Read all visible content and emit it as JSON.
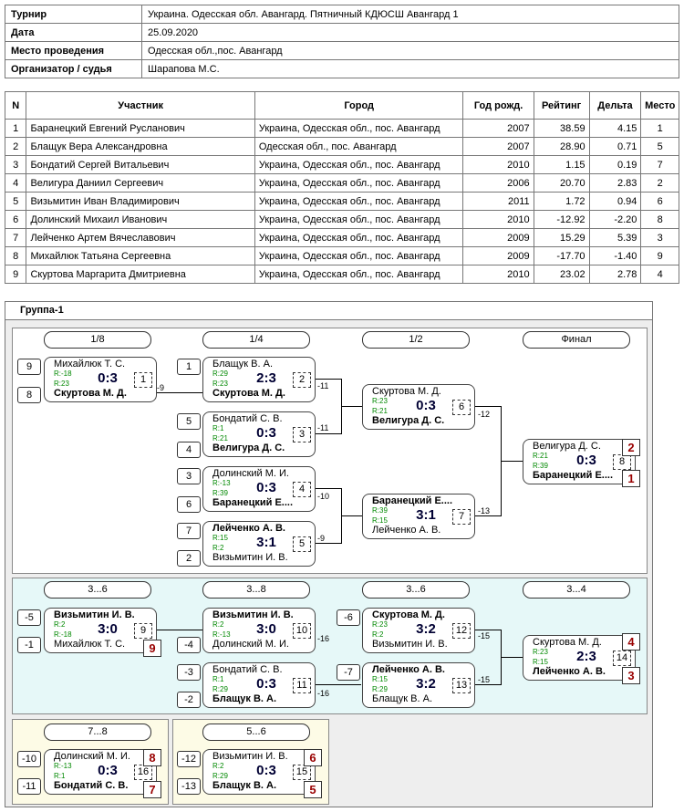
{
  "info": [
    {
      "key": "Турнир",
      "value": "Украина. Одесская обл. Авангард. Пятничный КДЮСШ Авангард 1"
    },
    {
      "key": "Дата",
      "value": "25.09.2020"
    },
    {
      "key": "Место проведения",
      "value": "Одесская обл.,пос. Авангард"
    },
    {
      "key": "Организатор / судья",
      "value": "Шарапова М.С."
    }
  ],
  "columns": [
    "N",
    "Участник",
    "Город",
    "Год рожд.",
    "Рейтинг",
    "Дельта",
    "Место"
  ],
  "players": [
    [
      "1",
      "Баранецкий Евгений Русланович",
      "Украина, Одесская обл., пос. Авангард",
      "2007",
      "38.59",
      "4.15",
      "1"
    ],
    [
      "2",
      "Блащук Вера Александровна",
      "Одесская обл., пос. Авангард",
      "2007",
      "28.90",
      "0.71",
      "5"
    ],
    [
      "3",
      "Бондатий Сергей Витальевич",
      "Украина, Одесская обл., пос. Авангард",
      "2010",
      "1.15",
      "0.19",
      "7"
    ],
    [
      "4",
      "Велигура Даниил Сергеевич",
      "Украина, Одесская обл., пос. Авангард",
      "2006",
      "20.70",
      "2.83",
      "2"
    ],
    [
      "5",
      "Визьмитин Иван Владимирович",
      "Украина, Одесская обл., пос. Авангард",
      "2011",
      "1.72",
      "0.94",
      "6"
    ],
    [
      "6",
      "Долинский Михаил Иванович",
      "Украина, Одесская обл., пос. Авангард",
      "2010",
      "-12.92",
      "-2.20",
      "8"
    ],
    [
      "7",
      "Лейченко Артем Вячеславович",
      "Украина, Одесская обл., пос. Авангард",
      "2009",
      "15.29",
      "5.39",
      "3"
    ],
    [
      "8",
      "Михайлюк Татьяна Сергеевна",
      "Украина, Одесская обл., пос. Авангард",
      "2009",
      "-17.70",
      "-1.40",
      "9"
    ],
    [
      "9",
      "Скуртова Маргарита Дмитриевна",
      "Украина, Одесская обл., пос. Авангард",
      "2010",
      "23.02",
      "2.78",
      "4"
    ]
  ],
  "group_title": "Группа-1",
  "headers": [
    "1/8",
    "1/4",
    "1/2",
    "Финал",
    "3...6",
    "3...8",
    "3...6",
    "3...4",
    "7...8",
    "5...6"
  ],
  "seeds": [
    "9",
    "8",
    "1",
    "5",
    "4",
    "3",
    "6",
    "7",
    "2",
    "-5",
    "-1",
    "-4",
    "-3",
    "-2",
    "-6",
    "-7",
    "-10",
    "-11",
    "-12",
    "-13"
  ],
  "matches": [
    {
      "p1": "Михайлюк Т. С.",
      "p2": "Скуртова М. Д.",
      "r1": "R:-18",
      "r2": "R:23",
      "score": "0:3",
      "num": "1",
      "win": 2
    },
    {
      "p1": "Блащук В. А.",
      "p2": "Скуртова М. Д.",
      "r1": "R:29",
      "r2": "R:23",
      "score": "2:3",
      "num": "2",
      "win": 2
    },
    {
      "p1": "Бондатий С. В.",
      "p2": "Велигура Д. С.",
      "r1": "R:1",
      "r2": "R:21",
      "score": "0:3",
      "num": "3",
      "win": 2
    },
    {
      "p1": "Долинский М. И.",
      "p2": "Баранецкий Е....",
      "r1": "R:-13",
      "r2": "R:39",
      "score": "0:3",
      "num": "4",
      "win": 2
    },
    {
      "p1": "Лейченко А. В.",
      "p2": "Визьмитин И. В.",
      "r1": "R:15",
      "r2": "R:2",
      "score": "3:1",
      "num": "5",
      "win": 1
    },
    {
      "p1": "Скуртова М. Д.",
      "p2": "Велигура Д. С.",
      "r1": "R:23",
      "r2": "R:21",
      "score": "0:3",
      "num": "6",
      "win": 2
    },
    {
      "p1": "Баранецкий Е....",
      "p2": "Лейченко А. В.",
      "r1": "R:39",
      "r2": "R:15",
      "score": "3:1",
      "num": "7",
      "win": 1
    },
    {
      "p1": "Велигура Д. С.",
      "p2": "Баранецкий Е....",
      "r1": "R:21",
      "r2": "R:39",
      "score": "0:3",
      "num": "8",
      "win": 2
    },
    {
      "p1": "Визьмитин И. В.",
      "p2": "Михайлюк Т. С.",
      "r1": "R:2",
      "r2": "R:-18",
      "score": "3:0",
      "num": "9",
      "win": 1
    },
    {
      "p1": "Визьмитин И. В.",
      "p2": "Долинский М. И.",
      "r1": "R:2",
      "r2": "R:-13",
      "score": "3:0",
      "num": "10",
      "win": 1
    },
    {
      "p1": "Бондатий С. В.",
      "p2": "Блащук В. А.",
      "r1": "R:1",
      "r2": "R:29",
      "score": "0:3",
      "num": "11",
      "win": 2
    },
    {
      "p1": "Скуртова М. Д.",
      "p2": "Визьмитин И. В.",
      "r1": "R:23",
      "r2": "R:2",
      "score": "3:2",
      "num": "12",
      "win": 1
    },
    {
      "p1": "Лейченко А. В.",
      "p2": "Блащук В. А.",
      "r1": "R:15",
      "r2": "R:29",
      "score": "3:2",
      "num": "13",
      "win": 1
    },
    {
      "p1": "Скуртова М. Д.",
      "p2": "Лейченко А. В.",
      "r1": "R:23",
      "r2": "R:15",
      "score": "2:3",
      "num": "14",
      "win": 2
    },
    {
      "p1": "Долинский М. И.",
      "p2": "Бондатий С. В.",
      "r1": "R:-13",
      "r2": "R:1",
      "score": "0:3",
      "num": "16",
      "win": 2
    },
    {
      "p1": "Визьмитин И. В.",
      "p2": "Блащук В. А.",
      "r1": "R:2",
      "r2": "R:29",
      "score": "0:3",
      "num": "15",
      "win": 2
    }
  ],
  "places": [
    "2",
    "1",
    "9",
    "4",
    "3",
    "8",
    "7",
    "6",
    "5"
  ],
  "loser_labels": [
    "-9",
    "-11",
    "-11",
    "-10",
    "-9",
    "-12",
    "-13",
    "-16",
    "-16",
    "-15",
    "-15"
  ]
}
